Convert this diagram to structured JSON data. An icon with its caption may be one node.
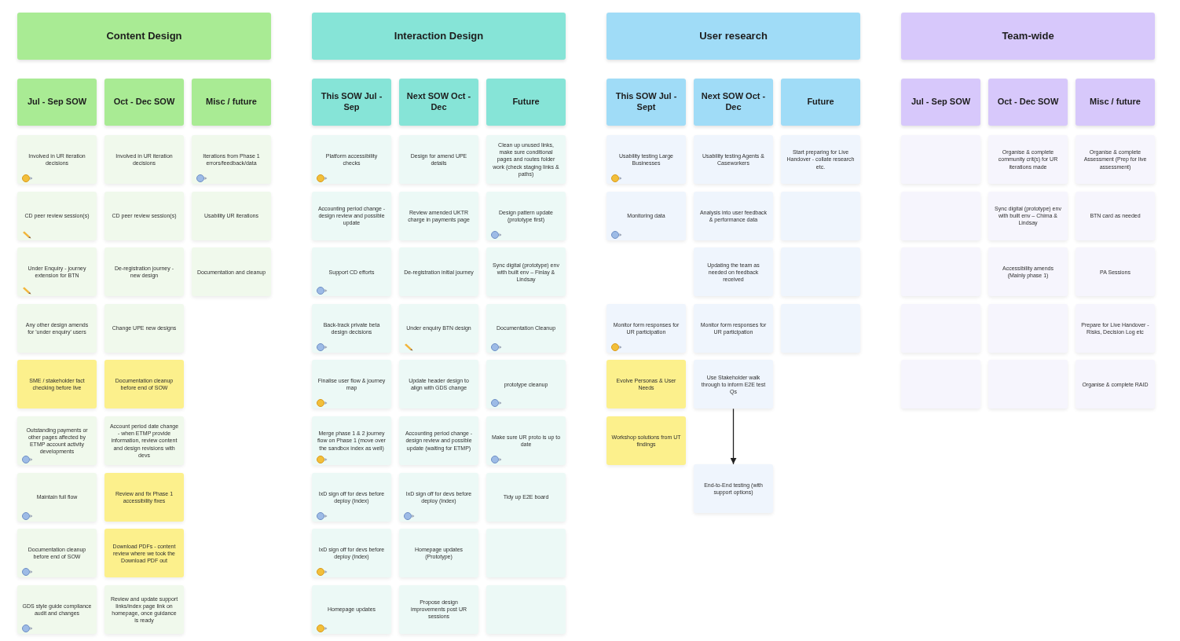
{
  "diagram": {
    "nodes": [
      {
        "text": [
          "Content Design"
        ]
      },
      {
        "text": [
          "Jul - Sep SOW"
        ]
      },
      {
        "text": [
          "Oct - Dec SOW"
        ]
      },
      {
        "text": [
          "Misc / future"
        ]
      },
      {
        "text": [
          "Involved in UR iteration decisions"
        ]
      },
      {
        "text": [
          "CD peer review session(s)"
        ]
      },
      {
        "text": [
          "Under Enquiry - journey extension for BTN"
        ]
      },
      {
        "text": [
          "Any other design amends for 'under enquiry' users"
        ]
      },
      {
        "text": [
          "SME / stakeholder fact checking before live"
        ]
      },
      {
        "text": [
          "Outstanding payments or other pages affected by ETMP account activity developments"
        ]
      },
      {
        "text": [
          "Maintain full flow"
        ]
      },
      {
        "text": [
          "Documentation cleanup before end of SOW"
        ]
      },
      {
        "text": [
          "GDS style guide compliance audit and changes"
        ]
      },
      {
        "text": [
          "Involved in UR iteration decisions"
        ]
      },
      {
        "text": [
          "CD peer review session(s)"
        ]
      },
      {
        "text": [
          "De-registration journey - new design"
        ]
      },
      {
        "text": [
          "Change UPE new designs"
        ]
      },
      {
        "text": [
          "Documentation cleanup before end of SOW"
        ]
      },
      {
        "text": [
          "Account period date change - when ETMP provide information, review content and design revisions with devs"
        ]
      },
      {
        "text": [
          "Review and fix Phase 1 accessibility fixes"
        ]
      },
      {
        "text": [
          "Download PDFs - content review where we took the Download PDF out"
        ]
      },
      {
        "text": [
          "Review and update support links/index page link on homepage, once guidance is ready"
        ]
      },
      {
        "text": [
          "Iterations from Phase 1 errors/feedback/data"
        ]
      },
      {
        "text": [
          "Usability UR iterations"
        ]
      },
      {
        "text": [
          "Documentation and cleanup"
        ]
      },
      {
        "text": [
          "Interaction Design"
        ]
      },
      {
        "text": [
          "This SOW Jul - Sep"
        ]
      },
      {
        "text": [
          "Next SOW Oct - Dec"
        ]
      },
      {
        "text": [
          "Future"
        ]
      },
      {
        "text": [
          "Platform accessibility checks"
        ]
      },
      {
        "text": [
          "Accounting period change - design review and possible update"
        ]
      },
      {
        "text": [
          "Support CD efforts"
        ]
      },
      {
        "text": [
          "Back-track private beta design decisions"
        ]
      },
      {
        "text": [
          "Finalise user flow & journey map"
        ]
      },
      {
        "text": [
          "Merge phase 1 & 2 journey flow on Phase 1 (move over the sandbox index as well)"
        ]
      },
      {
        "text": [
          "IxD sign off for devs before deploy (Index)"
        ]
      },
      {
        "text": [
          "IxD sign off for devs before deploy (Index)"
        ]
      },
      {
        "text": [
          "Homepage updates"
        ]
      },
      {
        "text": [
          "Design for amend UPE details"
        ]
      },
      {
        "text": [
          "Review amended UKTR charge in payments page"
        ]
      },
      {
        "text": [
          "De-registration initial journey"
        ]
      },
      {
        "text": [
          "Under enquiry BTN design"
        ]
      },
      {
        "text": [
          "Update header design to align with GDS change"
        ]
      },
      {
        "text": [
          "Accounting period change - design review and possible update (waiting for ETMP)"
        ]
      },
      {
        "text": [
          "IxD sign off for devs before deploy (Index)"
        ]
      },
      {
        "text": [
          "Homepage updates (Prototype)"
        ]
      },
      {
        "text": [
          "Propose design improvements post UR sessions"
        ]
      },
      {
        "text": [
          "Clean up unused links, make sure conditional pages and routes folder work (check staging links & paths)"
        ]
      },
      {
        "text": [
          "Design pattern update (prototype first)"
        ]
      },
      {
        "text": [
          "Sync digital (prototype) env with built env – Finlay & Lindsay"
        ]
      },
      {
        "text": [
          "Documentation Cleanup"
        ]
      },
      {
        "text": [
          "prototype cleanup"
        ]
      },
      {
        "text": [
          "Make sure UR proto is up to date"
        ]
      },
      {
        "text": [
          "Tidy up E2E board"
        ]
      },
      {
        "text": [],
        "shape": "box"
      },
      {
        "text": [],
        "shape": "box"
      },
      {
        "text": [
          "User research"
        ]
      },
      {
        "text": [
          "This SOW Jul - Sept"
        ]
      },
      {
        "text": [
          "Next SOW Oct - Dec"
        ]
      },
      {
        "text": [
          "Future"
        ]
      },
      {
        "text": [
          "Usability testing Large Businesses"
        ]
      },
      {
        "text": [
          "Monitoring data"
        ]
      },
      {
        "text": [
          "Monitor form responses for UR participation"
        ]
      },
      {
        "text": [
          "Evolve Personas & User Needs"
        ]
      },
      {
        "text": [
          "Workshop solutions from UT findings"
        ]
      },
      {
        "text": [
          "Usability testing Agents & Caseworkers"
        ]
      },
      {
        "text": [
          "Analysis into user feedback & performance data"
        ]
      },
      {
        "text": [
          "Updating the team as needed on feedback received"
        ]
      },
      {
        "text": [
          "Monitor form responses for UR participation"
        ]
      },
      {
        "text": [
          "Use Stakeholder walk through to inform E2E test Qs"
        ]
      },
      {
        "text": [
          "End-to-End testing (with support options)"
        ]
      },
      {
        "text": [
          "Start preparing for Live Handover - collate research etc."
        ]
      },
      {
        "text": [],
        "shape": "box"
      },
      {
        "text": [],
        "shape": "box"
      },
      {
        "text": [],
        "shape": "box"
      },
      {
        "text": [
          "Team-wide"
        ]
      },
      {
        "text": [
          "Jul - Sep SOW"
        ]
      },
      {
        "text": [
          "Oct - Dec SOW"
        ]
      },
      {
        "text": [
          "Misc / future"
        ]
      },
      {
        "text": [],
        "shape": "box"
      },
      {
        "text": [],
        "shape": "box"
      },
      {
        "text": [],
        "shape": "box"
      },
      {
        "text": [],
        "shape": "box"
      },
      {
        "text": [],
        "shape": "box"
      },
      {
        "text": [
          "Organise & complete community crit(s) for UR iterations made"
        ]
      },
      {
        "text": [
          "Sync digital (prototype) env with built env – Chima & Lindsay"
        ]
      },
      {
        "text": [
          "Accessibility amends (Mainly phase 1)"
        ]
      },
      {
        "text": [],
        "shape": "box"
      },
      {
        "text": [],
        "shape": "box"
      },
      {
        "text": [
          "Organise & complete Assessment (Prep for live assessment)"
        ]
      },
      {
        "text": [
          "BTN card as needed"
        ]
      },
      {
        "text": [
          "PA Sessions"
        ]
      },
      {
        "text": [
          "Prepare for Live Handover - Risks, Decision Log etc"
        ]
      },
      {
        "text": [
          "Organise & complete RAID"
        ]
      }
    ],
    "edges": [
      {
        "from": 69,
        "to": 70,
        "arrow": "to"
      }
    ]
  }
}
